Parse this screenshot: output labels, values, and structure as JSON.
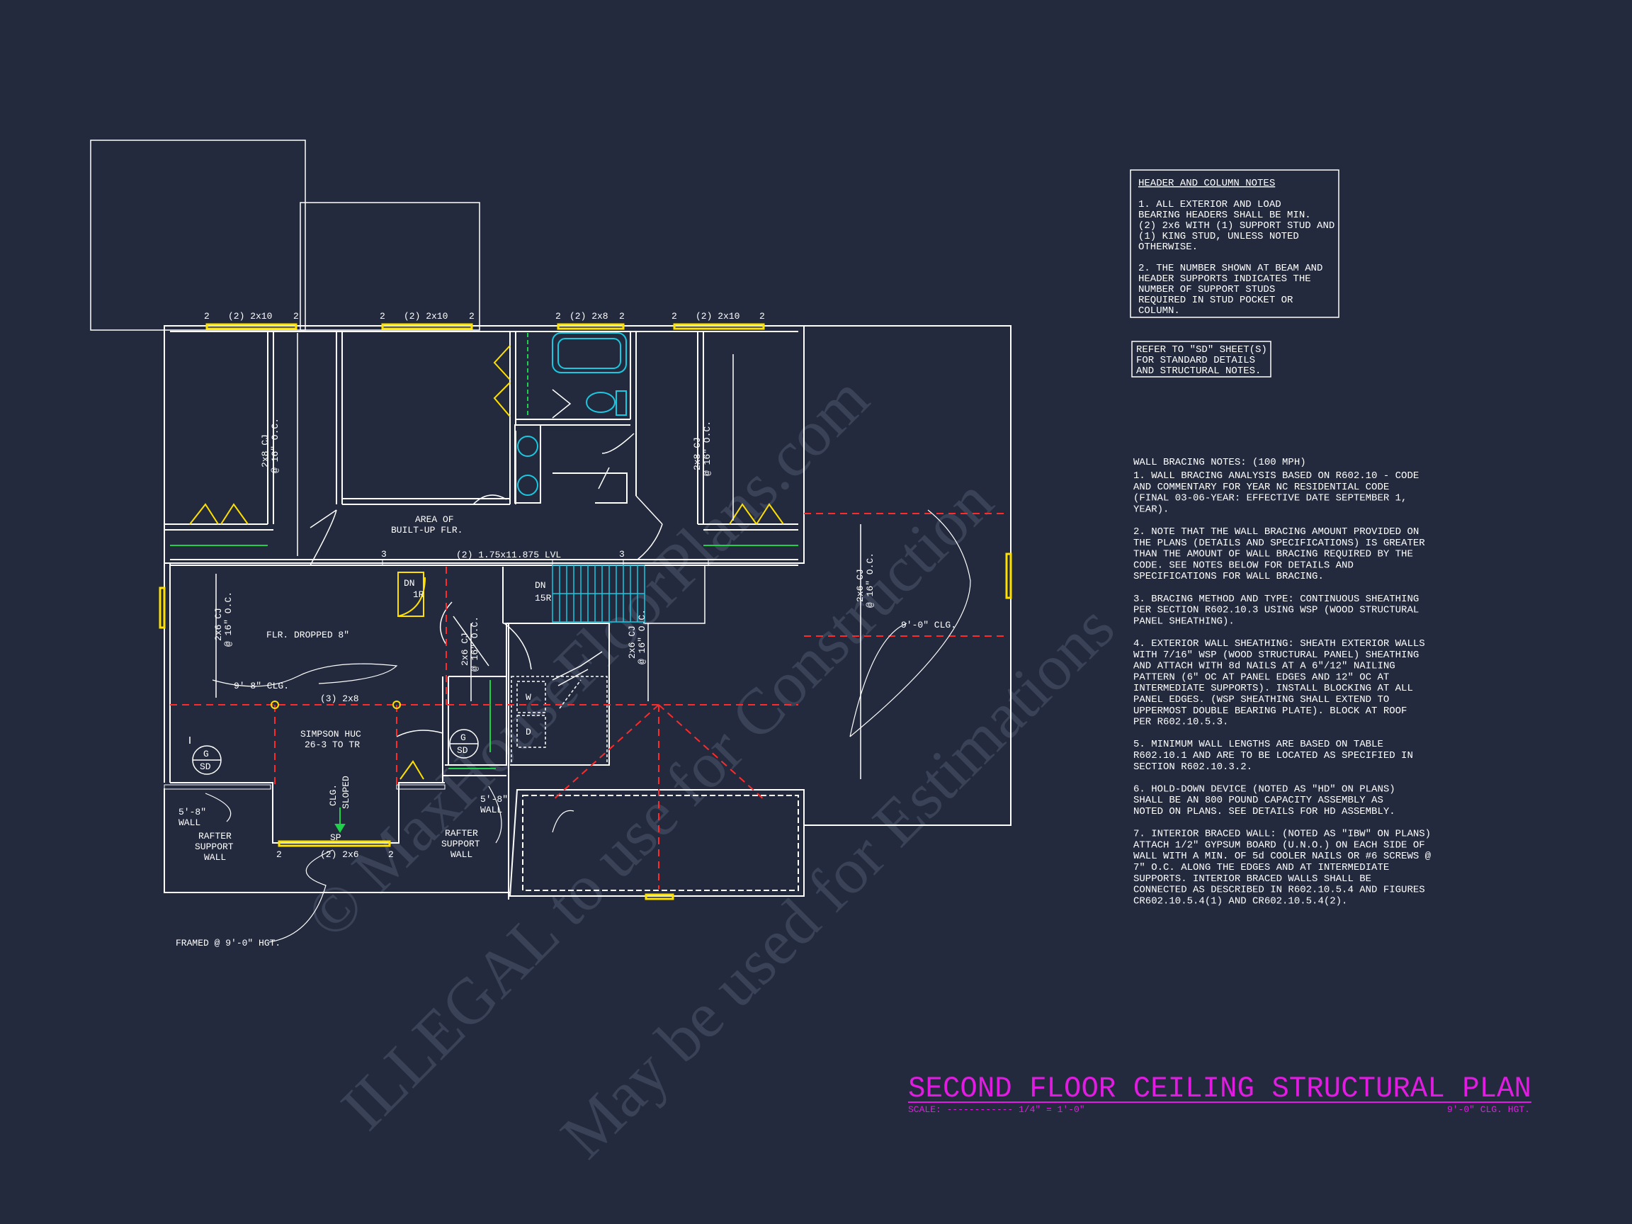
{
  "colors": {
    "background": "#232a3d",
    "wall": "#ffffff",
    "beam": "#ff2a2a",
    "header": "#ffe000",
    "shelf": "#1fd14a",
    "stair": "#1ac8e0",
    "title": "#e21be2",
    "watermark": "#3a4258"
  },
  "header_notes": {
    "title": "HEADER AND COLUMN NOTES",
    "lines": [
      "1. ALL EXTERIOR AND LOAD",
      "BEARING HEADERS SHALL BE MIN.",
      "(2) 2x6 WITH (1) SUPPORT STUD AND",
      "(1) KING STUD, UNLESS NOTED",
      "OTHERWISE.",
      "",
      "2. THE NUMBER SHOWN AT BEAM AND",
      "HEADER SUPPORTS INDICATES THE",
      "NUMBER OF SUPPORT STUDS",
      "REQUIRED IN STUD POCKET OR",
      "COLUMN."
    ]
  },
  "refer_note": {
    "lines": [
      "REFER TO \"SD\" SHEET(S)",
      "FOR STANDARD DETAILS",
      "AND STRUCTURAL NOTES."
    ]
  },
  "wall_bracing": {
    "title": "WALL BRACING NOTES: (100 MPH)",
    "lines": [
      "1. WALL BRACING ANALYSIS BASED ON R602.10 - CODE",
      "AND COMMENTARY FOR YEAR NC RESIDENTIAL CODE",
      "(FINAL 03-06-YEAR: EFFECTIVE DATE SEPTEMBER 1,",
      "YEAR).",
      "",
      "2. NOTE THAT THE WALL BRACING AMOUNT PROVIDED ON",
      "THE PLANS (DETAILS AND SPECIFICATIONS) IS GREATER",
      "THAN THE AMOUNT OF WALL BRACING REQUIRED BY THE",
      "CODE. SEE NOTES BELOW FOR DETAILS AND",
      "SPECIFICATIONS FOR WALL BRACING.",
      "",
      "3. BRACING METHOD AND TYPE: CONTINUOUS SHEATHING",
      "PER SECTION R602.10.3 USING WSP (WOOD STRUCTURAL",
      "PANEL SHEATHING).",
      "",
      "4. EXTERIOR WALL SHEATHING: SHEATH EXTERIOR WALLS",
      "WITH 7/16\" WSP (WOOD STRUCTURAL PANEL) SHEATHING",
      "AND ATTACH WITH 8d NAILS AT A 6\"/12\" NAILING",
      "PATTERN (6\" OC AT PANEL EDGES AND 12\" OC AT",
      "INTERMEDIATE SUPPORTS). INSTALL BLOCKING AT ALL",
      "PANEL EDGES. (WSP SHEATHING SHALL EXTEND TO",
      "UPPERMOST DOUBLE BEARING PLATE). BLOCK AT ROOF",
      "PER R602.10.5.3.",
      "",
      "5. MINIMUM WALL LENGTHS ARE BASED ON TABLE",
      "R602.10.1 AND ARE TO BE LOCATED AS SPECIFIED IN",
      "SECTION R602.10.3.2.",
      "",
      "6. HOLD-DOWN DEVICE (NOTED AS \"HD\" ON PLANS)",
      "SHALL BE AN 800 POUND CAPACITY ASSEMBLY AS",
      "NOTED ON PLANS. SEE DETAILS FOR HD ASSEMBLY.",
      "",
      "7. INTERIOR BRACED WALL: (NOTED AS \"IBW\" ON PLANS)",
      "ATTACH 1/2\" GYPSUM BOARD (U.N.O.) ON EACH SIDE OF",
      "WALL WITH A MIN. OF 5d COOLER NAILS OR #6 SCREWS @",
      "7\" O.C. ALONG THE EDGES AND AT INTERMEDIATE",
      "SUPPORTS.  INTERIOR BRACED WALLS SHALL BE",
      "CONNECTED AS DESCRIBED IN R602.10.5.4 AND FIGURES",
      "CR602.10.5.4(1) AND CR602.10.5.4(2)."
    ]
  },
  "plan_title": {
    "title": "SECOND FLOOR CEILING STRUCTURAL PLAN",
    "scale": "SCALE: ------------ 1/4\" = 1'-0\"",
    "height": "9'-0\" CLG. HGT."
  },
  "watermark": {
    "line1": "© MaxHouseFloorPlans.com",
    "line2": "ILLEGAL to use for Construction",
    "line3": "May be used for Estimations"
  },
  "plan": {
    "headers": [
      "(2) 2x10",
      "(2) 2x10",
      "(2) 2x8",
      "(2) 2x10",
      "(2) 2x6"
    ],
    "stud_counts": [
      "2",
      "3"
    ],
    "joists": {
      "a": "2x8 CJ",
      "a2": "@ 16\" O.C.",
      "b": "2x6 CJ",
      "b2": "@ 16\" O.C."
    },
    "labels": {
      "built_up_1": "AREA OF",
      "built_up_2": "BUILT-UP FLR.",
      "lvl": "(2) 1.75x11.875 LVL",
      "dn_1": "DN",
      "dn_2": "1R",
      "dn_stair": "DN",
      "stair_r": "15R",
      "floor_dropped": "FLR. DROPPED 8\"",
      "clg_98": "9'-8\" CLG.",
      "clg_90": "9'-0\" CLG.",
      "beam_3x8": "(3) 2x8",
      "simpson_1": "SIMPSON HUC",
      "simpson_2": "26-3 TO TR",
      "g": "G",
      "sd": "SD",
      "clg": "CLG.",
      "sloped": "SLOPED",
      "wall_58_1": "5'-8\"",
      "wall_58_2": "WALL",
      "rafter_1": "RAFTER",
      "rafter_2": "SUPPORT",
      "rafter_3": "WALL",
      "w": "W",
      "d": "D",
      "sp": "SP",
      "framed": "FRAMED @ 9'-0\" HGT."
    }
  }
}
